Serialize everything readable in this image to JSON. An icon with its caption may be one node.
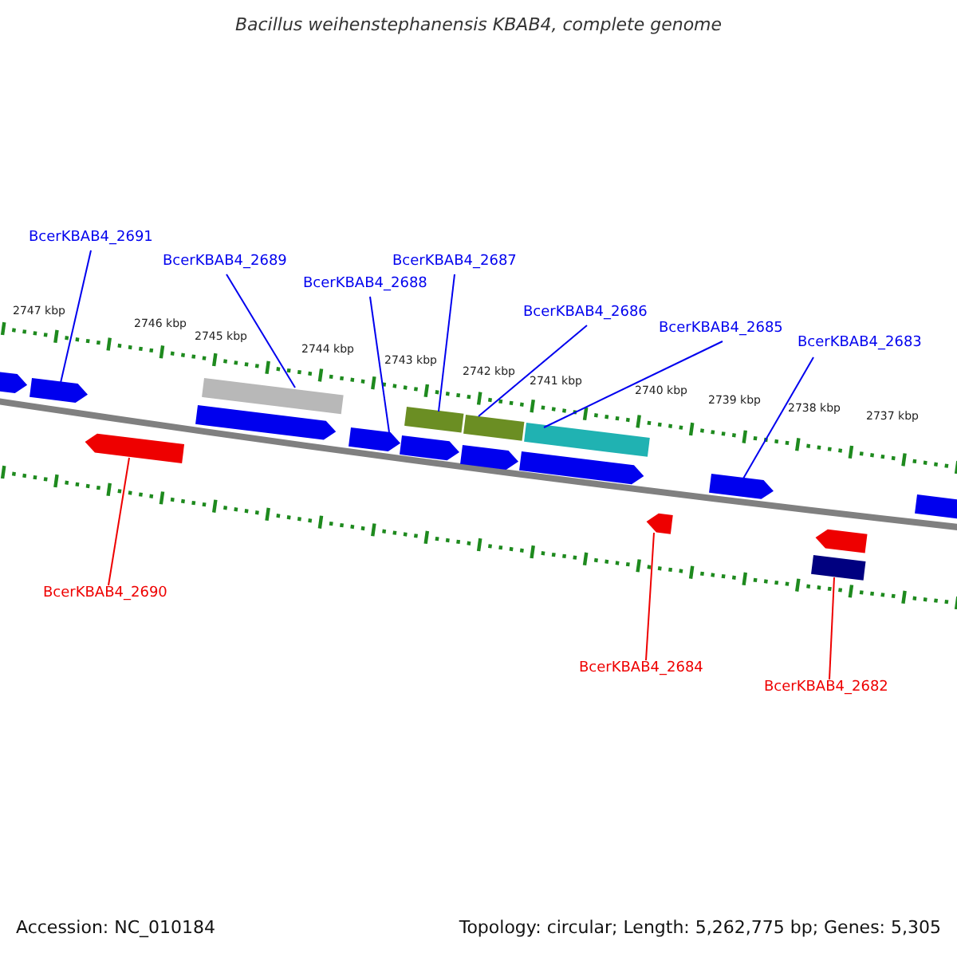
{
  "diagram": {
    "title": "Bacillus weihenstephanensis KBAB4, complete genome",
    "nodes": [
      {
        "text": [
          "BcerKBAB4_2691"
        ]
      },
      {
        "text": [
          "BcerKBAB4_2689"
        ]
      },
      {
        "text": [
          "BcerKBAB4_2688"
        ]
      },
      {
        "text": [
          "BcerKBAB4_2687"
        ]
      },
      {
        "text": [
          "BcerKBAB4_2686"
        ]
      },
      {
        "text": [
          "BcerKBAB4_2685"
        ]
      },
      {
        "text": [
          "BcerKBAB4_2683"
        ]
      },
      {
        "text": [
          "BcerKBAB4_2690"
        ]
      },
      {
        "text": [
          "BcerKBAB4_2684"
        ]
      },
      {
        "text": [
          "BcerKBAB4_2682"
        ]
      },
      {
        "text": [],
        "shape": "arrow"
      },
      {
        "text": [],
        "shape": "arrow"
      },
      {
        "text": [],
        "shape": "arrow"
      },
      {
        "text": [],
        "shape": "arrow"
      },
      {
        "text": [],
        "shape": "box"
      },
      {
        "text": [],
        "shape": "arrow"
      },
      {
        "text": [],
        "shape": "arrow"
      },
      {
        "text": [],
        "shape": "box"
      },
      {
        "text": [],
        "shape": "arrow"
      },
      {
        "text": [],
        "shape": "box"
      },
      {
        "text": [],
        "shape": "arrow"
      },
      {
        "text": [],
        "shape": "box"
      },
      {
        "text": [],
        "shape": "arrow"
      },
      {
        "text": [],
        "shape": "arrow"
      },
      {
        "text": [],
        "shape": "box"
      },
      {
        "text": [],
        "shape": "arrow"
      },
      {
        "text": [],
        "shape": "arrow"
      }
    ],
    "edges": [
      {
        "from": 0,
        "to": 11,
        "arrow": "none"
      },
      {
        "from": 1,
        "to": 14,
        "arrow": "none"
      },
      {
        "from": 2,
        "to": 15,
        "arrow": "none"
      },
      {
        "from": 3,
        "to": 17,
        "arrow": "none"
      },
      {
        "from": 4,
        "to": 19,
        "arrow": "none"
      },
      {
        "from": 5,
        "to": 21,
        "arrow": "none"
      },
      {
        "from": 6,
        "to": 23,
        "arrow": "none"
      },
      {
        "from": 7,
        "to": 12,
        "arrow": "none",
        "color": "#ee0000"
      },
      {
        "from": 8,
        "to": 22,
        "arrow": "none",
        "color": "#ee0000"
      },
      {
        "from": 9,
        "to": 24,
        "arrow": "none",
        "color": "#ee0000"
      }
    ],
    "labels": [
      "2747 kbp",
      "2746 kbp",
      "2745 kbp",
      "2744 kbp",
      "2743 kbp",
      "2742 kbp",
      "2741 kbp",
      "2740 kbp",
      "2739 kbp",
      "2738 kbp",
      "2737 kbp",
      "Accession: NC_010184",
      "Topology: circular; Length: 5,262,775 bp; Genes: 5,305"
    ]
  }
}
